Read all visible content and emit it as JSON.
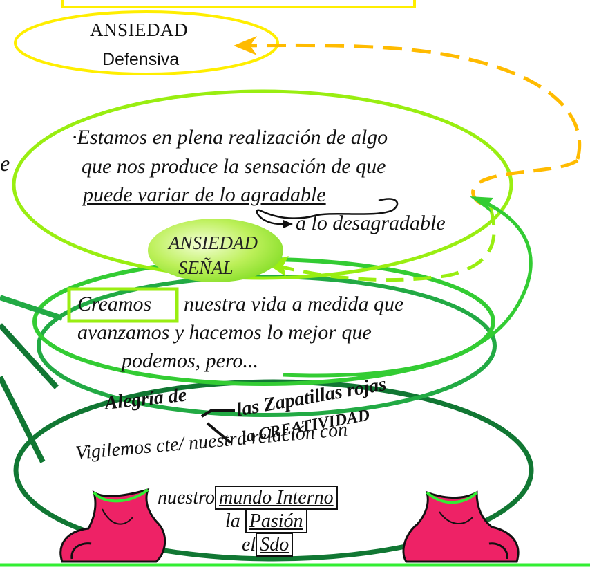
{
  "colors": {
    "yellow": "#ffee00",
    "lime": "#99ee11",
    "orange_dash": "#ffbb00",
    "mid_green": "#33cc33",
    "green": "#22aa44",
    "dark_green": "#117733",
    "shoe_pink": "#ee2266",
    "ground": "#33ee33"
  },
  "top": {
    "title": "ANSIEDAD",
    "subtitle": "Defensiva"
  },
  "realizacion": {
    "line1": "·Estamos en plena realización de algo",
    "line2": "que nos produce la sensación de que",
    "line3": "puede variar de lo agradable",
    "line4": "a lo desagradable"
  },
  "senal": {
    "line1": "ANSIEDAD",
    "line2": "SEÑAL"
  },
  "creamos": {
    "keyword": "Creamos",
    "rest1": "nuestra vida a medida que",
    "line2": "avanzamos y hacemos lo mejor que",
    "line3": "podemos, pero..."
  },
  "alegria": {
    "left": "Alegría de",
    "right": "las Zapatillas rojas",
    "sub": "la CREATIVIDAD"
  },
  "vigilemos": {
    "line1": "Vigilemos cte/ nuestra relación con",
    "prefix2": "nuestro",
    "box2": "mundo Interno",
    "prefix3": "la",
    "box3": "Pasión",
    "prefix4": "el",
    "box4": "Sdo"
  },
  "edge_text": "e"
}
